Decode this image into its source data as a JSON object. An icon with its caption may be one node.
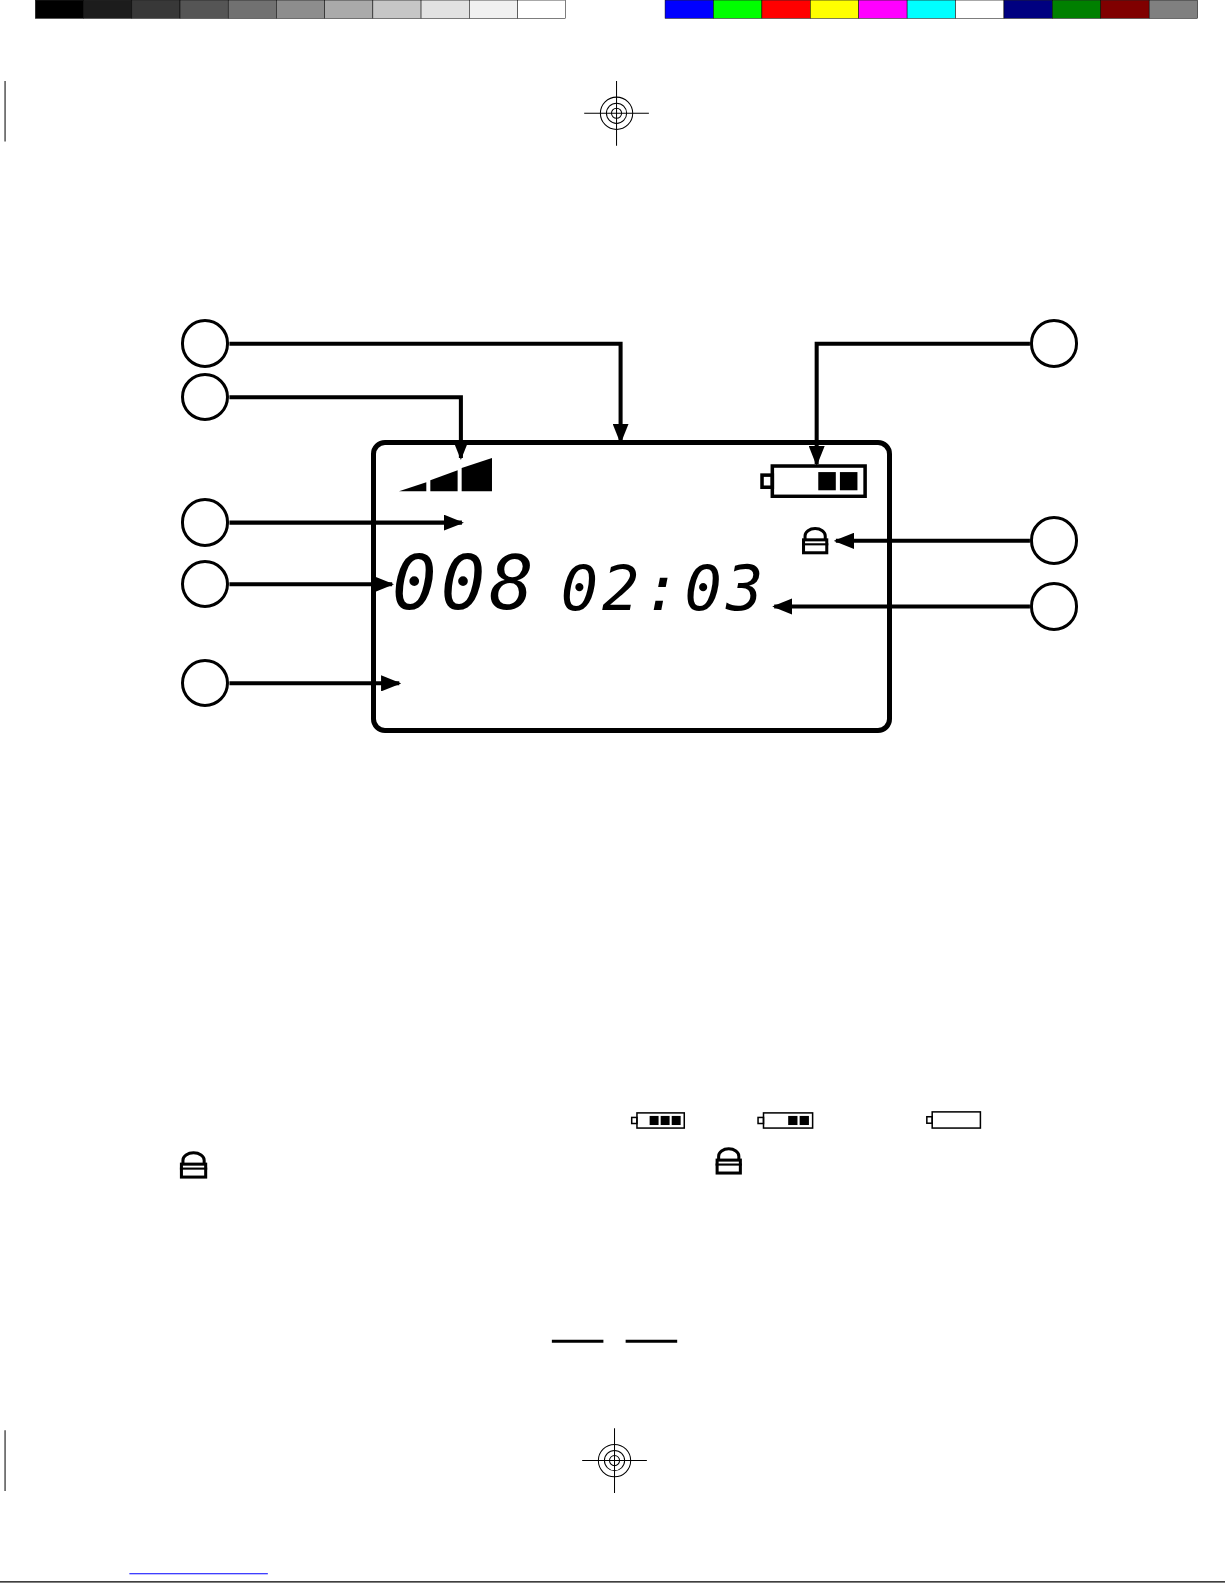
{
  "diagram": {
    "nodes": [
      {
        "text": [],
        "shape": "box"
      },
      {
        "text": [],
        "shape": "circle"
      },
      {
        "text": [],
        "shape": "circle"
      },
      {
        "text": [],
        "shape": "circle"
      },
      {
        "text": [],
        "shape": "circle"
      },
      {
        "text": [],
        "shape": "circle"
      },
      {
        "text": [],
        "shape": "circle"
      },
      {
        "text": [],
        "shape": "circle"
      },
      {
        "text": [],
        "shape": "circle"
      },
      {
        "text": [],
        "shape": "bar",
        "in": 0
      },
      {
        "text": [],
        "shape": "battery",
        "in": 0
      },
      {
        "text": [],
        "shape": "lock",
        "in": 0
      },
      {
        "text": [
          "008"
        ],
        "in": 0
      },
      {
        "text": [
          "02:03"
        ],
        "in": 0
      }
    ],
    "edges": [
      {
        "from": 1,
        "to": 0,
        "arrow": "to"
      },
      {
        "from": 2,
        "to": 10,
        "arrow": "to"
      },
      {
        "from": 3,
        "to": 9,
        "arrow": "to"
      },
      {
        "from": 4,
        "to": 12,
        "arrow": "to"
      },
      {
        "from": 5,
        "to": 11,
        "arrow": "to"
      },
      {
        "from": 6,
        "to": 12,
        "arrow": "to"
      },
      {
        "from": 7,
        "to": 13,
        "arrow": "to"
      },
      {
        "from": 8,
        "to": 0,
        "arrow": "to"
      }
    ]
  }
}
